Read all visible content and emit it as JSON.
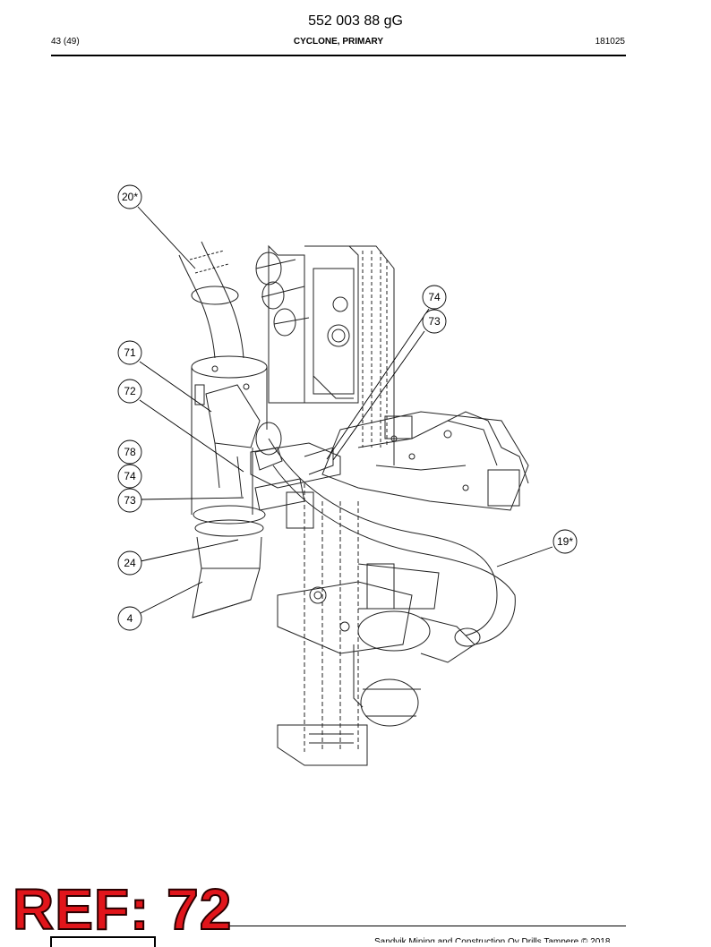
{
  "header": {
    "doc_number": "552 003 88 gG",
    "page": "43 (49)",
    "title": "CYCLONE, PRIMARY",
    "date_code": "181025"
  },
  "callouts": [
    {
      "id": "c-20",
      "label": "20*"
    },
    {
      "id": "c-74a",
      "label": "74"
    },
    {
      "id": "c-73a",
      "label": "73"
    },
    {
      "id": "c-71",
      "label": "71"
    },
    {
      "id": "c-72",
      "label": "72"
    },
    {
      "id": "c-78",
      "label": "78"
    },
    {
      "id": "c-74b",
      "label": "74"
    },
    {
      "id": "c-73b",
      "label": "73"
    },
    {
      "id": "c-19",
      "label": "19*"
    },
    {
      "id": "c-24",
      "label": "24"
    },
    {
      "id": "c-4",
      "label": "4"
    }
  ],
  "footer": {
    "stamp": "REF: 72",
    "copyright": "Sandvik Mining and Construction Oy Drills Tampere © 2018"
  }
}
